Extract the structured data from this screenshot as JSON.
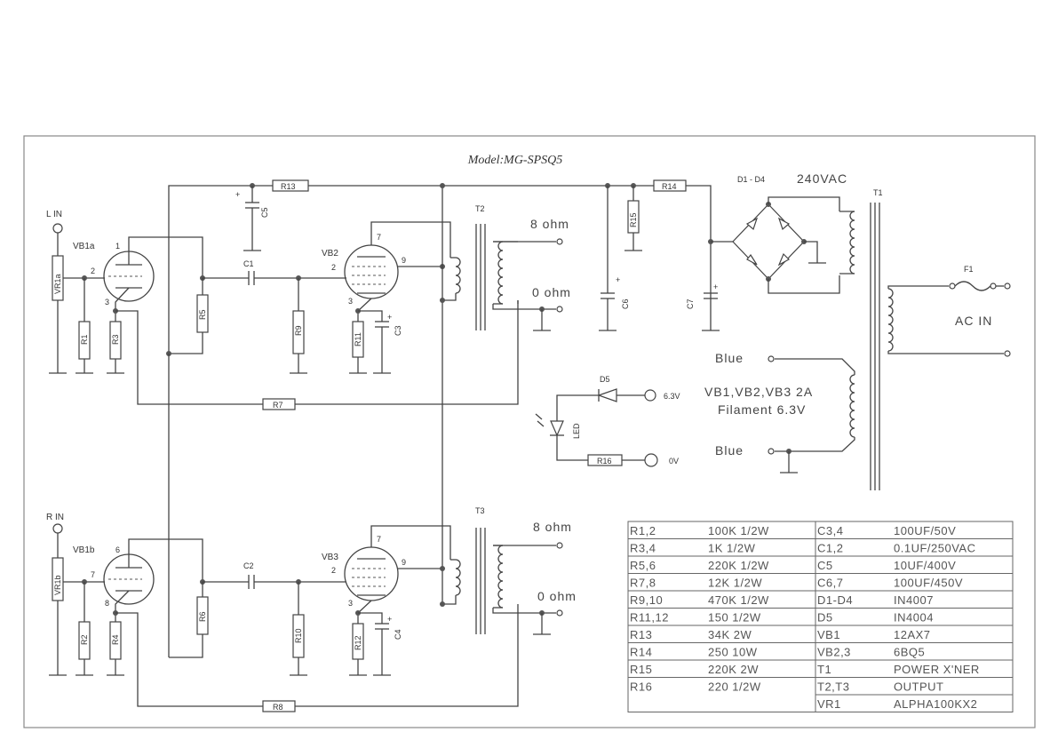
{
  "title": "Model:MG-SPSQ5",
  "inputs": {
    "left": "L IN",
    "right": "R IN"
  },
  "tubes": {
    "vb1a": "VB1a",
    "vb1b": "VB1b",
    "vb2": "VB2",
    "vb3": "VB3",
    "pins": {
      "p1": "1",
      "p2": "2",
      "p3": "3",
      "p6": "6",
      "p7": "7",
      "p8": "8",
      "p9": "9"
    }
  },
  "parts": {
    "vr1a": "VR1a",
    "vr1b": "VR1b",
    "r1": "R1",
    "r2": "R2",
    "r3": "R3",
    "r4": "R4",
    "r5": "R5",
    "r6": "R6",
    "r7": "R7",
    "r8": "R8",
    "r9": "R9",
    "r10": "R10",
    "r11": "R11",
    "r12": "R12",
    "r13": "R13",
    "r14": "R14",
    "r15": "R15",
    "r16": "R16",
    "c1": "C1",
    "c2": "C2",
    "c3": "C3",
    "c4": "C4",
    "c5": "C5",
    "c6": "C6",
    "c7": "C7",
    "t1": "T1",
    "t2": "T2",
    "t3": "T3",
    "f1": "F1",
    "d5": "D5",
    "led": "LED",
    "plus": "+"
  },
  "labels": {
    "eight_ohm": "8 ohm",
    "zero_ohm": "0 ohm",
    "bridge": "D1 - D4",
    "bridge_v": "240VAC",
    "ac_in": "AC IN",
    "blue": "Blue",
    "filament_1": "VB1,VB2,VB3  2A",
    "filament_2": "Filament   6.3V",
    "v63": "6.3V",
    "v0": "0V"
  },
  "bom": [
    [
      "R1,2",
      "100K  1/2W",
      "C3,4",
      "100UF/50V"
    ],
    [
      "R3,4",
      "1K  1/2W",
      "C1,2",
      "0.1UF/250VAC"
    ],
    [
      "R5,6",
      "220K  1/2W",
      "C5",
      "10UF/400V"
    ],
    [
      "R7,8",
      "12K  1/2W",
      "C6,7",
      "100UF/450V"
    ],
    [
      "R9,10",
      "470K  1/2W",
      "D1-D4",
      "IN4007"
    ],
    [
      "R11,12",
      "150  1/2W",
      "D5",
      "IN4004"
    ],
    [
      "R13",
      "34K  2W",
      "VB1",
      "12AX7"
    ],
    [
      "R14",
      "250  10W",
      "VB2,3",
      "6BQ5"
    ],
    [
      "R15",
      "220K  2W",
      "T1",
      "POWER X'NER"
    ],
    [
      "R16",
      "220  1/2W",
      "T2,T3",
      "OUTPUT"
    ],
    [
      "",
      "",
      "VR1",
      "ALPHA100KX2"
    ]
  ]
}
